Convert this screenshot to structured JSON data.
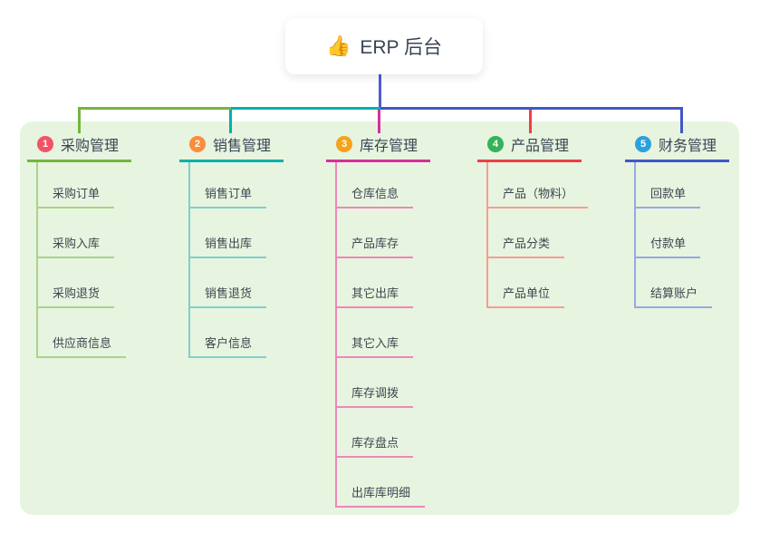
{
  "root": {
    "icon": "👍",
    "title": "ERP 后台"
  },
  "panel_color": "#e7f4df",
  "connector_colors": {
    "root_drop": "#4c5bd4",
    "bus_left": "#76b53c",
    "bus_mid": "#00b2ab",
    "bus_right": "#4157c8",
    "drop_1": "#76b53c",
    "drop_2": "#00b2ab",
    "drop_3": "#d5309b",
    "drop_4": "#ed3f47",
    "drop_5": "#4157c8"
  },
  "branches": [
    {
      "number": "1",
      "title": "采购管理",
      "badge_color": "#f25465",
      "line_color": "#76b53c",
      "child_line_color": "#a9d488",
      "children": [
        "采购订单",
        "采购入库",
        "采购退货",
        "供应商信息"
      ]
    },
    {
      "number": "2",
      "title": "销售管理",
      "badge_color": "#f98e3d",
      "line_color": "#00b2ab",
      "child_line_color": "#7fd0cb",
      "children": [
        "销售订单",
        "销售出库",
        "销售退货",
        "客户信息"
      ]
    },
    {
      "number": "3",
      "title": "库存管理",
      "badge_color": "#f5a31c",
      "line_color": "#d5309b",
      "child_line_color": "#ef87ba",
      "children": [
        "仓库信息",
        "产品库存",
        "其它出库",
        "其它入库",
        "库存调拨",
        "库存盘点",
        "出库库明细"
      ]
    },
    {
      "number": "4",
      "title": "产品管理",
      "badge_color": "#33b457",
      "line_color": "#ed3f47",
      "child_line_color": "#f79d96",
      "children": [
        "产品（物料）",
        "产品分类",
        "产品单位"
      ]
    },
    {
      "number": "5",
      "title": "财务管理",
      "badge_color": "#2ba2dc",
      "line_color": "#4157c8",
      "child_line_color": "#96a9e2",
      "children": [
        "回款单",
        "付款单",
        "结算账户"
      ]
    }
  ]
}
